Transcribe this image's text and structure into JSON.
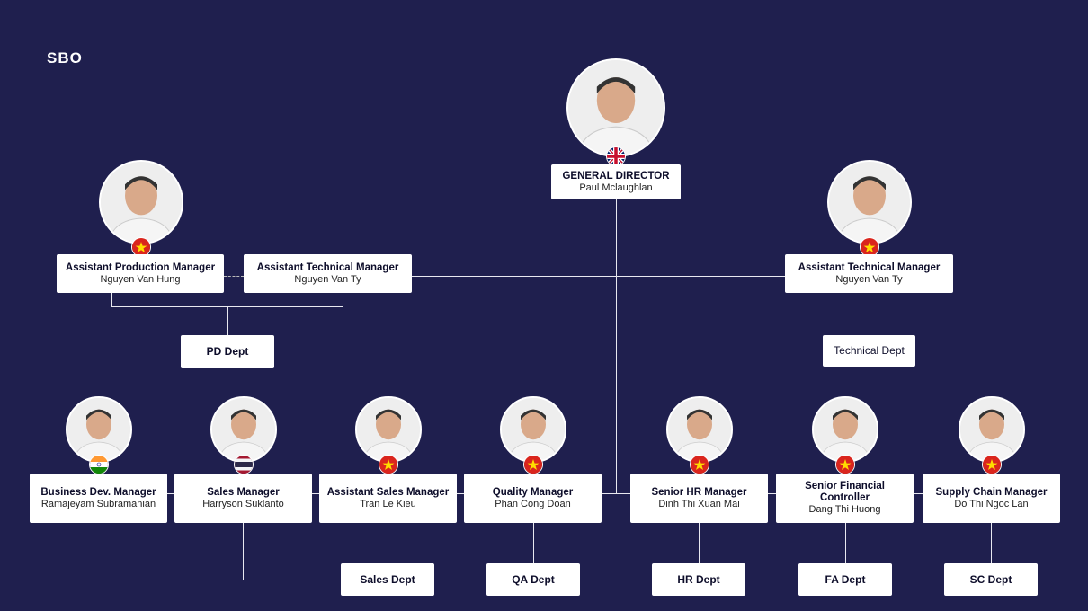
{
  "logo": "SBO",
  "general_director": {
    "title": "GENERAL DIRECTOR",
    "name": "Paul Mclaughlan",
    "flag": "uk"
  },
  "mid_row": [
    {
      "title": "Assistant Production Manager",
      "name": "Nguyen Van Hung",
      "flag": "vn"
    },
    {
      "title": "Assistant Technical Manager",
      "name": "Nguyen Van Ty"
    },
    {
      "title": "Assistant Technical Manager",
      "name": "Nguyen Van Ty",
      "flag": "vn"
    }
  ],
  "mid_depts": [
    "PD Dept",
    "Technical Dept"
  ],
  "bottom_row": [
    {
      "title": "Business Dev. Manager",
      "name": "Ramajeyam Subramanian",
      "flag": "in"
    },
    {
      "title": "Sales Manager",
      "name": "Harryson Suklanto",
      "flag": "th"
    },
    {
      "title": "Assistant Sales Manager",
      "name": "Tran Le Kieu",
      "flag": "vn"
    },
    {
      "title": "Quality Manager",
      "name": "Phan Cong Doan",
      "flag": "vn"
    },
    {
      "title": "Senior HR Manager",
      "name": "Dinh Thi Xuan Mai",
      "flag": "vn"
    },
    {
      "title": "Senior Financial Controller",
      "name": "Dang Thi Huong",
      "flag": "vn"
    },
    {
      "title": "Supply Chain Manager",
      "name": "Do Thi Ngoc Lan",
      "flag": "vn"
    }
  ],
  "bottom_depts": [
    "Sales Dept",
    "QA Dept",
    "HR Dept",
    "FA Dept",
    "SC Dept"
  ],
  "colors": {
    "background": "#1f1f4e",
    "box": "#ffffff",
    "line": "#e8e8f0"
  }
}
